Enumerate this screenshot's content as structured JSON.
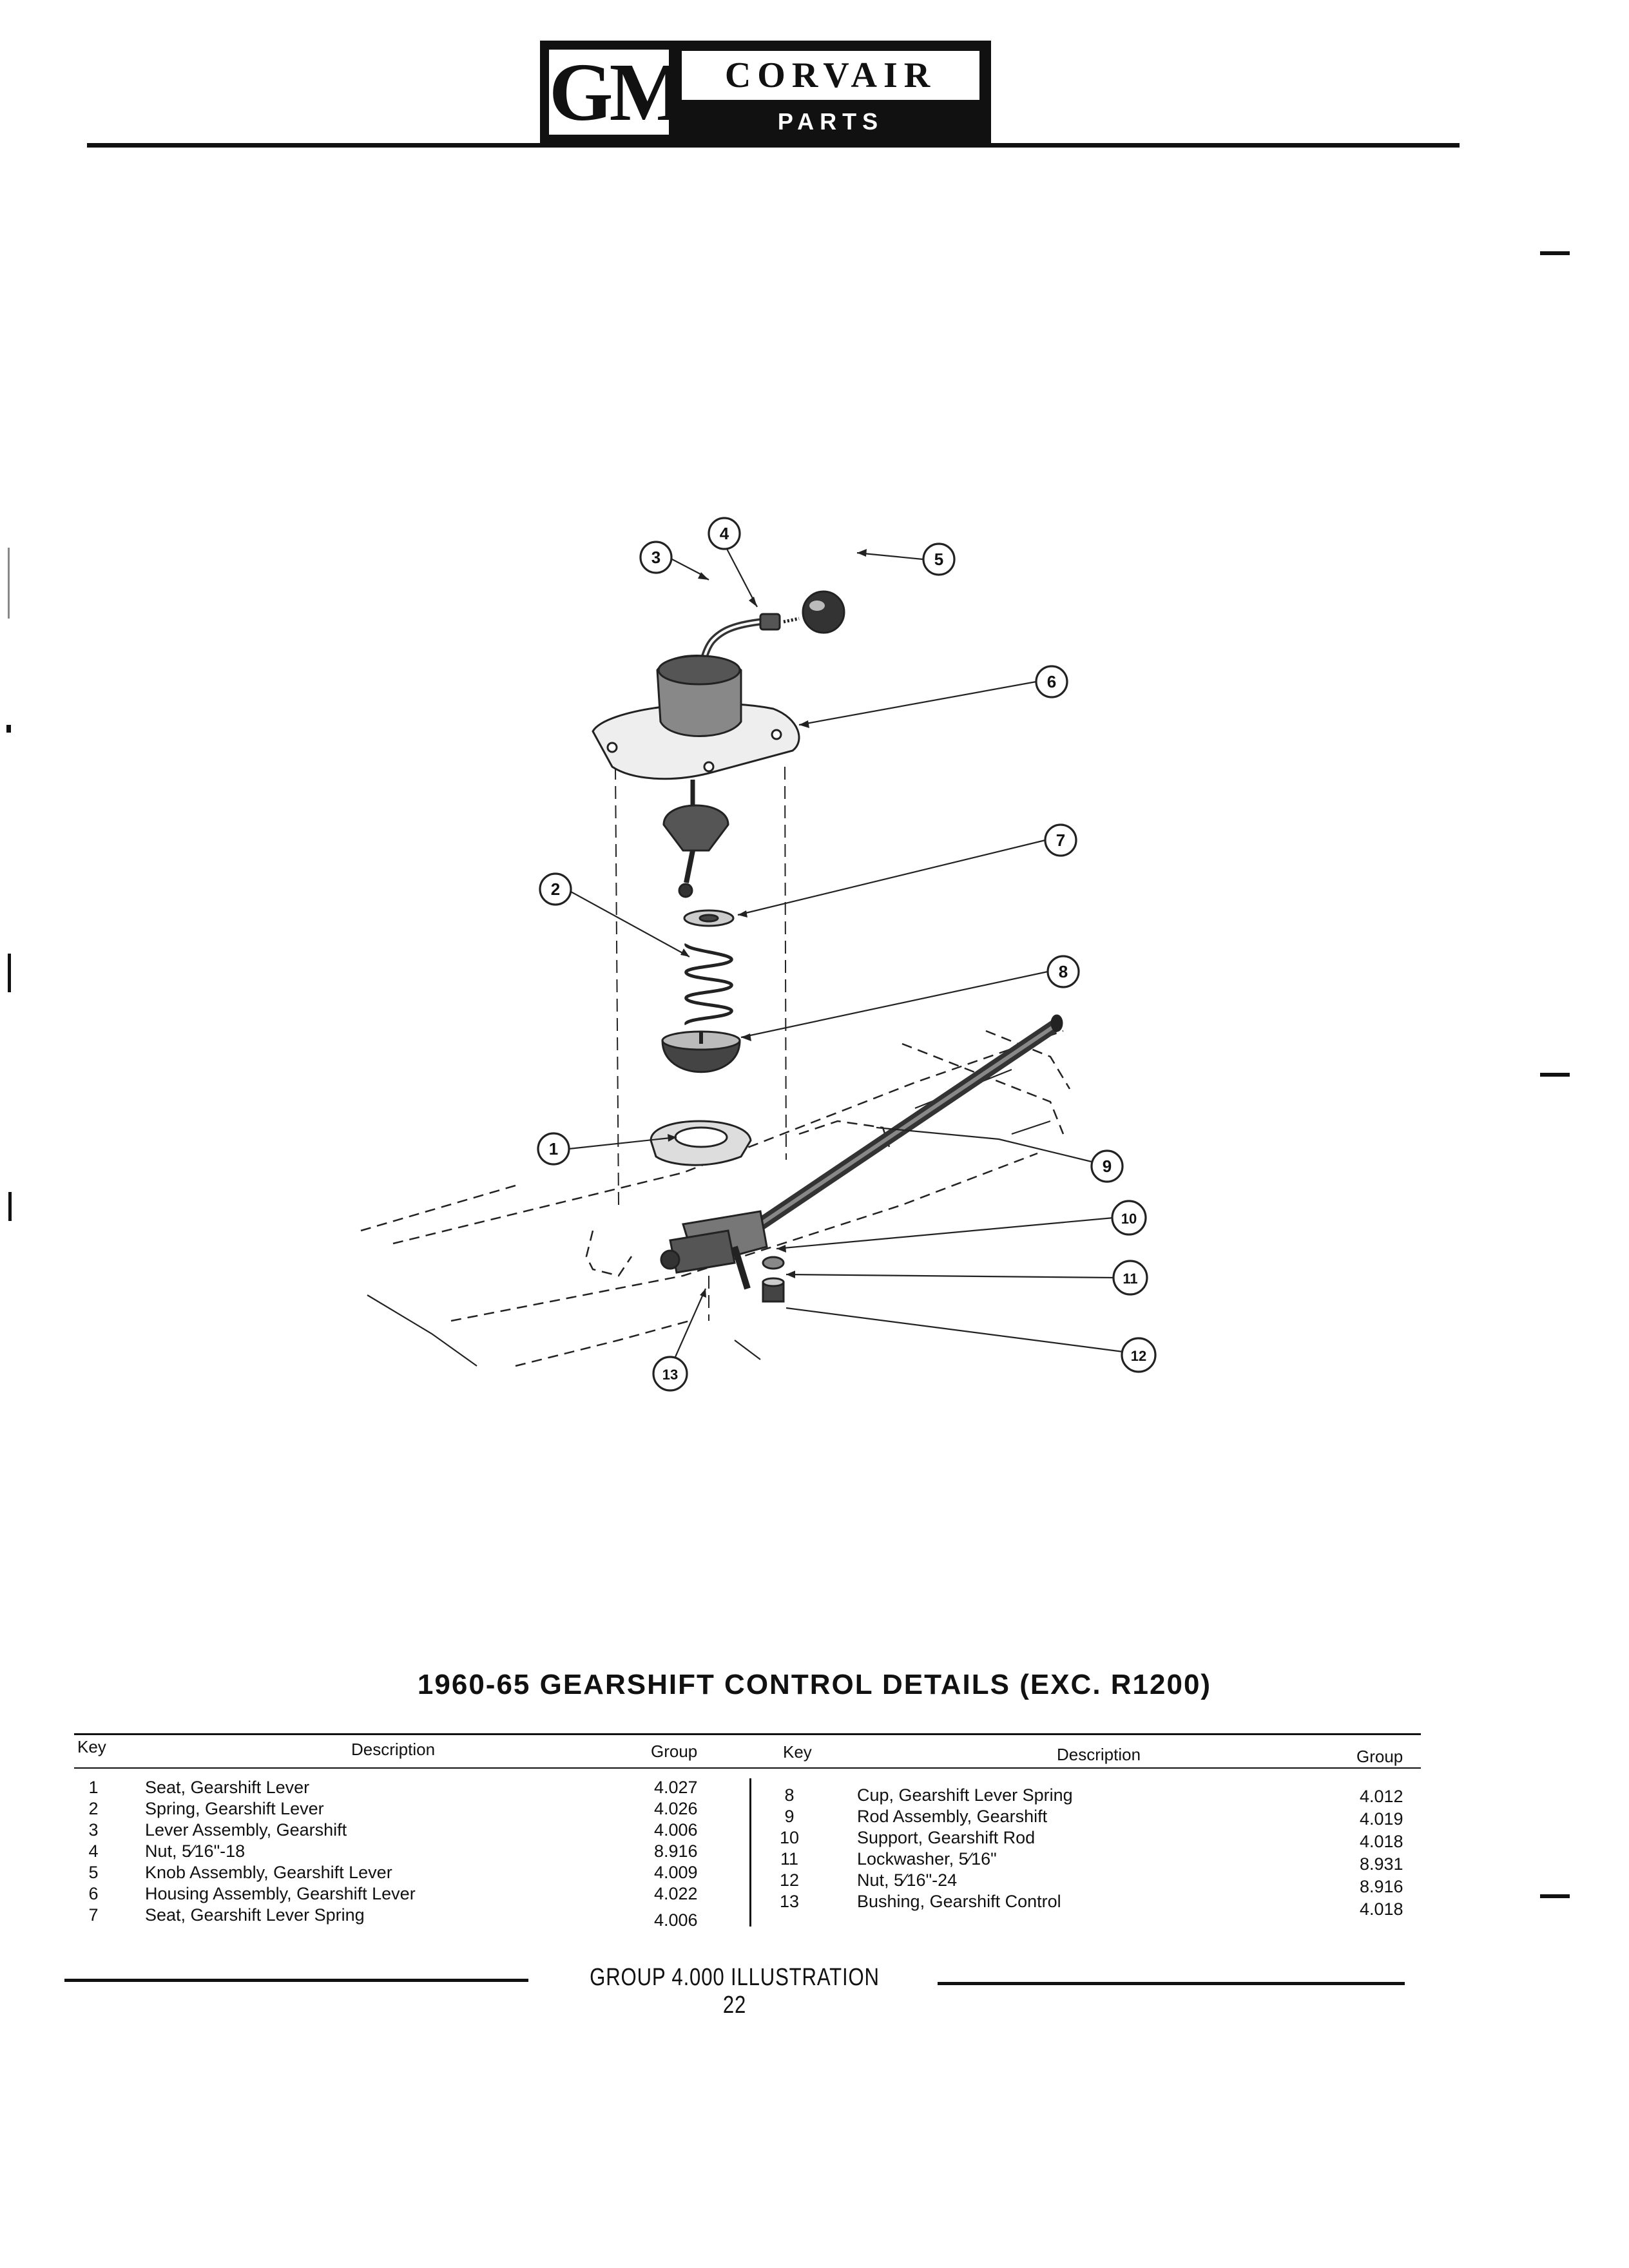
{
  "header": {
    "logo_gm": "GM",
    "logo_brand": "CORVAIR",
    "logo_subtitle": "PARTS CATALOGUE"
  },
  "diagram": {
    "callouts": [
      "1",
      "2",
      "3",
      "4",
      "5",
      "6",
      "7",
      "8",
      "9",
      "10",
      "11",
      "12",
      "13"
    ]
  },
  "title": "1960-65 GEARSHIFT CONTROL DETAILS (EXC. R1200)",
  "table": {
    "headers": {
      "key": "Key",
      "description": "Description",
      "group": "Group"
    },
    "left_rows": [
      {
        "key": "1",
        "description": "Seat, Gearshift Lever",
        "group": "4.027"
      },
      {
        "key": "2",
        "description": "Spring, Gearshift Lever",
        "group": "4.026"
      },
      {
        "key": "3",
        "description": "Lever Assembly, Gearshift",
        "group": "4.006"
      },
      {
        "key": "4",
        "description": "Nut, 5⁄16\"-18",
        "group": "8.916"
      },
      {
        "key": "5",
        "description": "Knob Assembly, Gearshift Lever",
        "group": "4.009"
      },
      {
        "key": "6",
        "description": "Housing Assembly, Gearshift Lever",
        "group": "4.022"
      },
      {
        "key": "7",
        "description": "Seat, Gearshift Lever Spring",
        "group": "4.006"
      }
    ],
    "right_rows": [
      {
        "key": "8",
        "description": "Cup, Gearshift Lever Spring",
        "group": "4.012"
      },
      {
        "key": "9",
        "description": "Rod Assembly, Gearshift",
        "group": "4.019"
      },
      {
        "key": "10",
        "description": "Support, Gearshift Rod",
        "group": "4.018"
      },
      {
        "key": "11",
        "description": "Lockwasher, 5⁄16\"",
        "group": "8.931"
      },
      {
        "key": "12",
        "description": "Nut, 5⁄16\"-24",
        "group": "8.916"
      },
      {
        "key": "13",
        "description": "Bushing, Gearshift Control",
        "group": "4.018"
      }
    ]
  },
  "footer": "GROUP 4.000 ILLUSTRATION 22"
}
